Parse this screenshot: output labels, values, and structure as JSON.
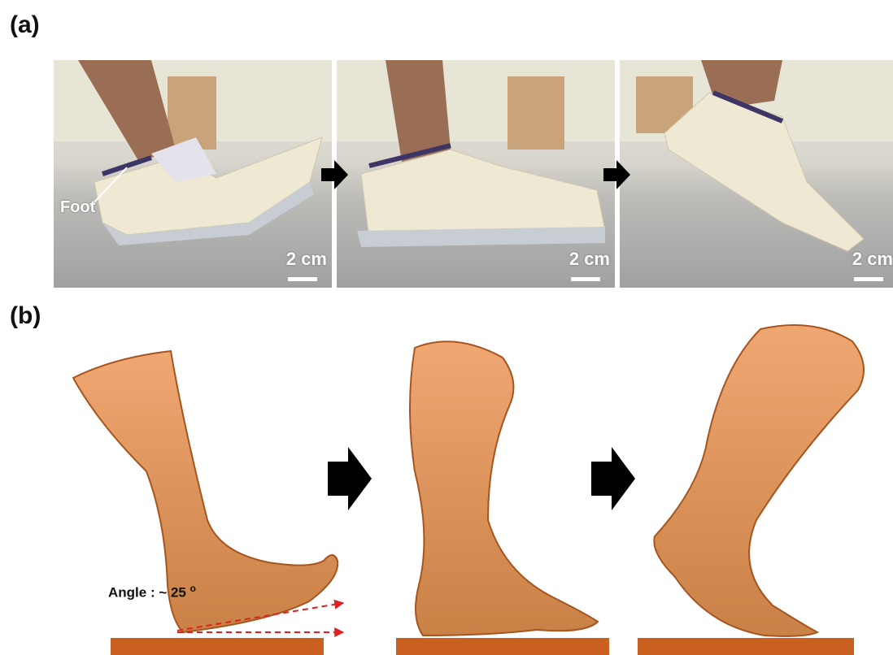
{
  "panels": {
    "a_label": "(a)",
    "b_label": "(b)"
  },
  "photos": [
    {
      "scale_text": "2 cm",
      "callout": "Foot"
    },
    {
      "scale_text": "2 cm"
    },
    {
      "scale_text": "2 cm"
    }
  ],
  "diagram": {
    "angle_prefix": "Angle : ~ 25",
    "angle_unit": "o",
    "colors": {
      "foot_fill_top": "#f0a772",
      "foot_fill_bottom": "#c98146",
      "foot_outline": "#a5551f",
      "ground": "#c9601f",
      "angle_lines": "#e02020",
      "arrow": "#000000"
    }
  }
}
